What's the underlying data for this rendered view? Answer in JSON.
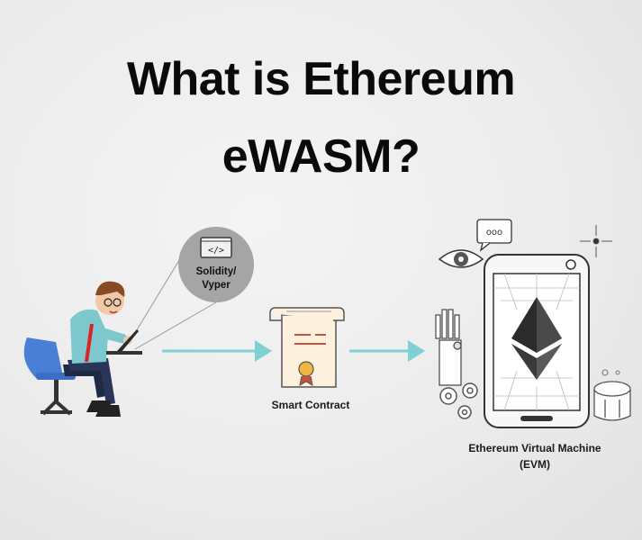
{
  "title": {
    "line1": "What is Ethereum",
    "line2": "eWASM?"
  },
  "bubble": {
    "code_glyph": "</>",
    "line1": "Solidity/",
    "line2": "Vyper"
  },
  "smart_contract": {
    "label": "Smart Contract"
  },
  "evm": {
    "line1": "Ethereum Virtual Machine",
    "line2": "(EVM)"
  },
  "chat_glyph": "ooo",
  "colors": {
    "arrow": "#7fd0d2",
    "bubble": "#a5a5a5",
    "scroll": "#fdf0dc",
    "scroll_line": "#c4533d",
    "badge": "#f0b73e",
    "phone": "#f7f7f7",
    "eth": "#2b2b2b"
  }
}
